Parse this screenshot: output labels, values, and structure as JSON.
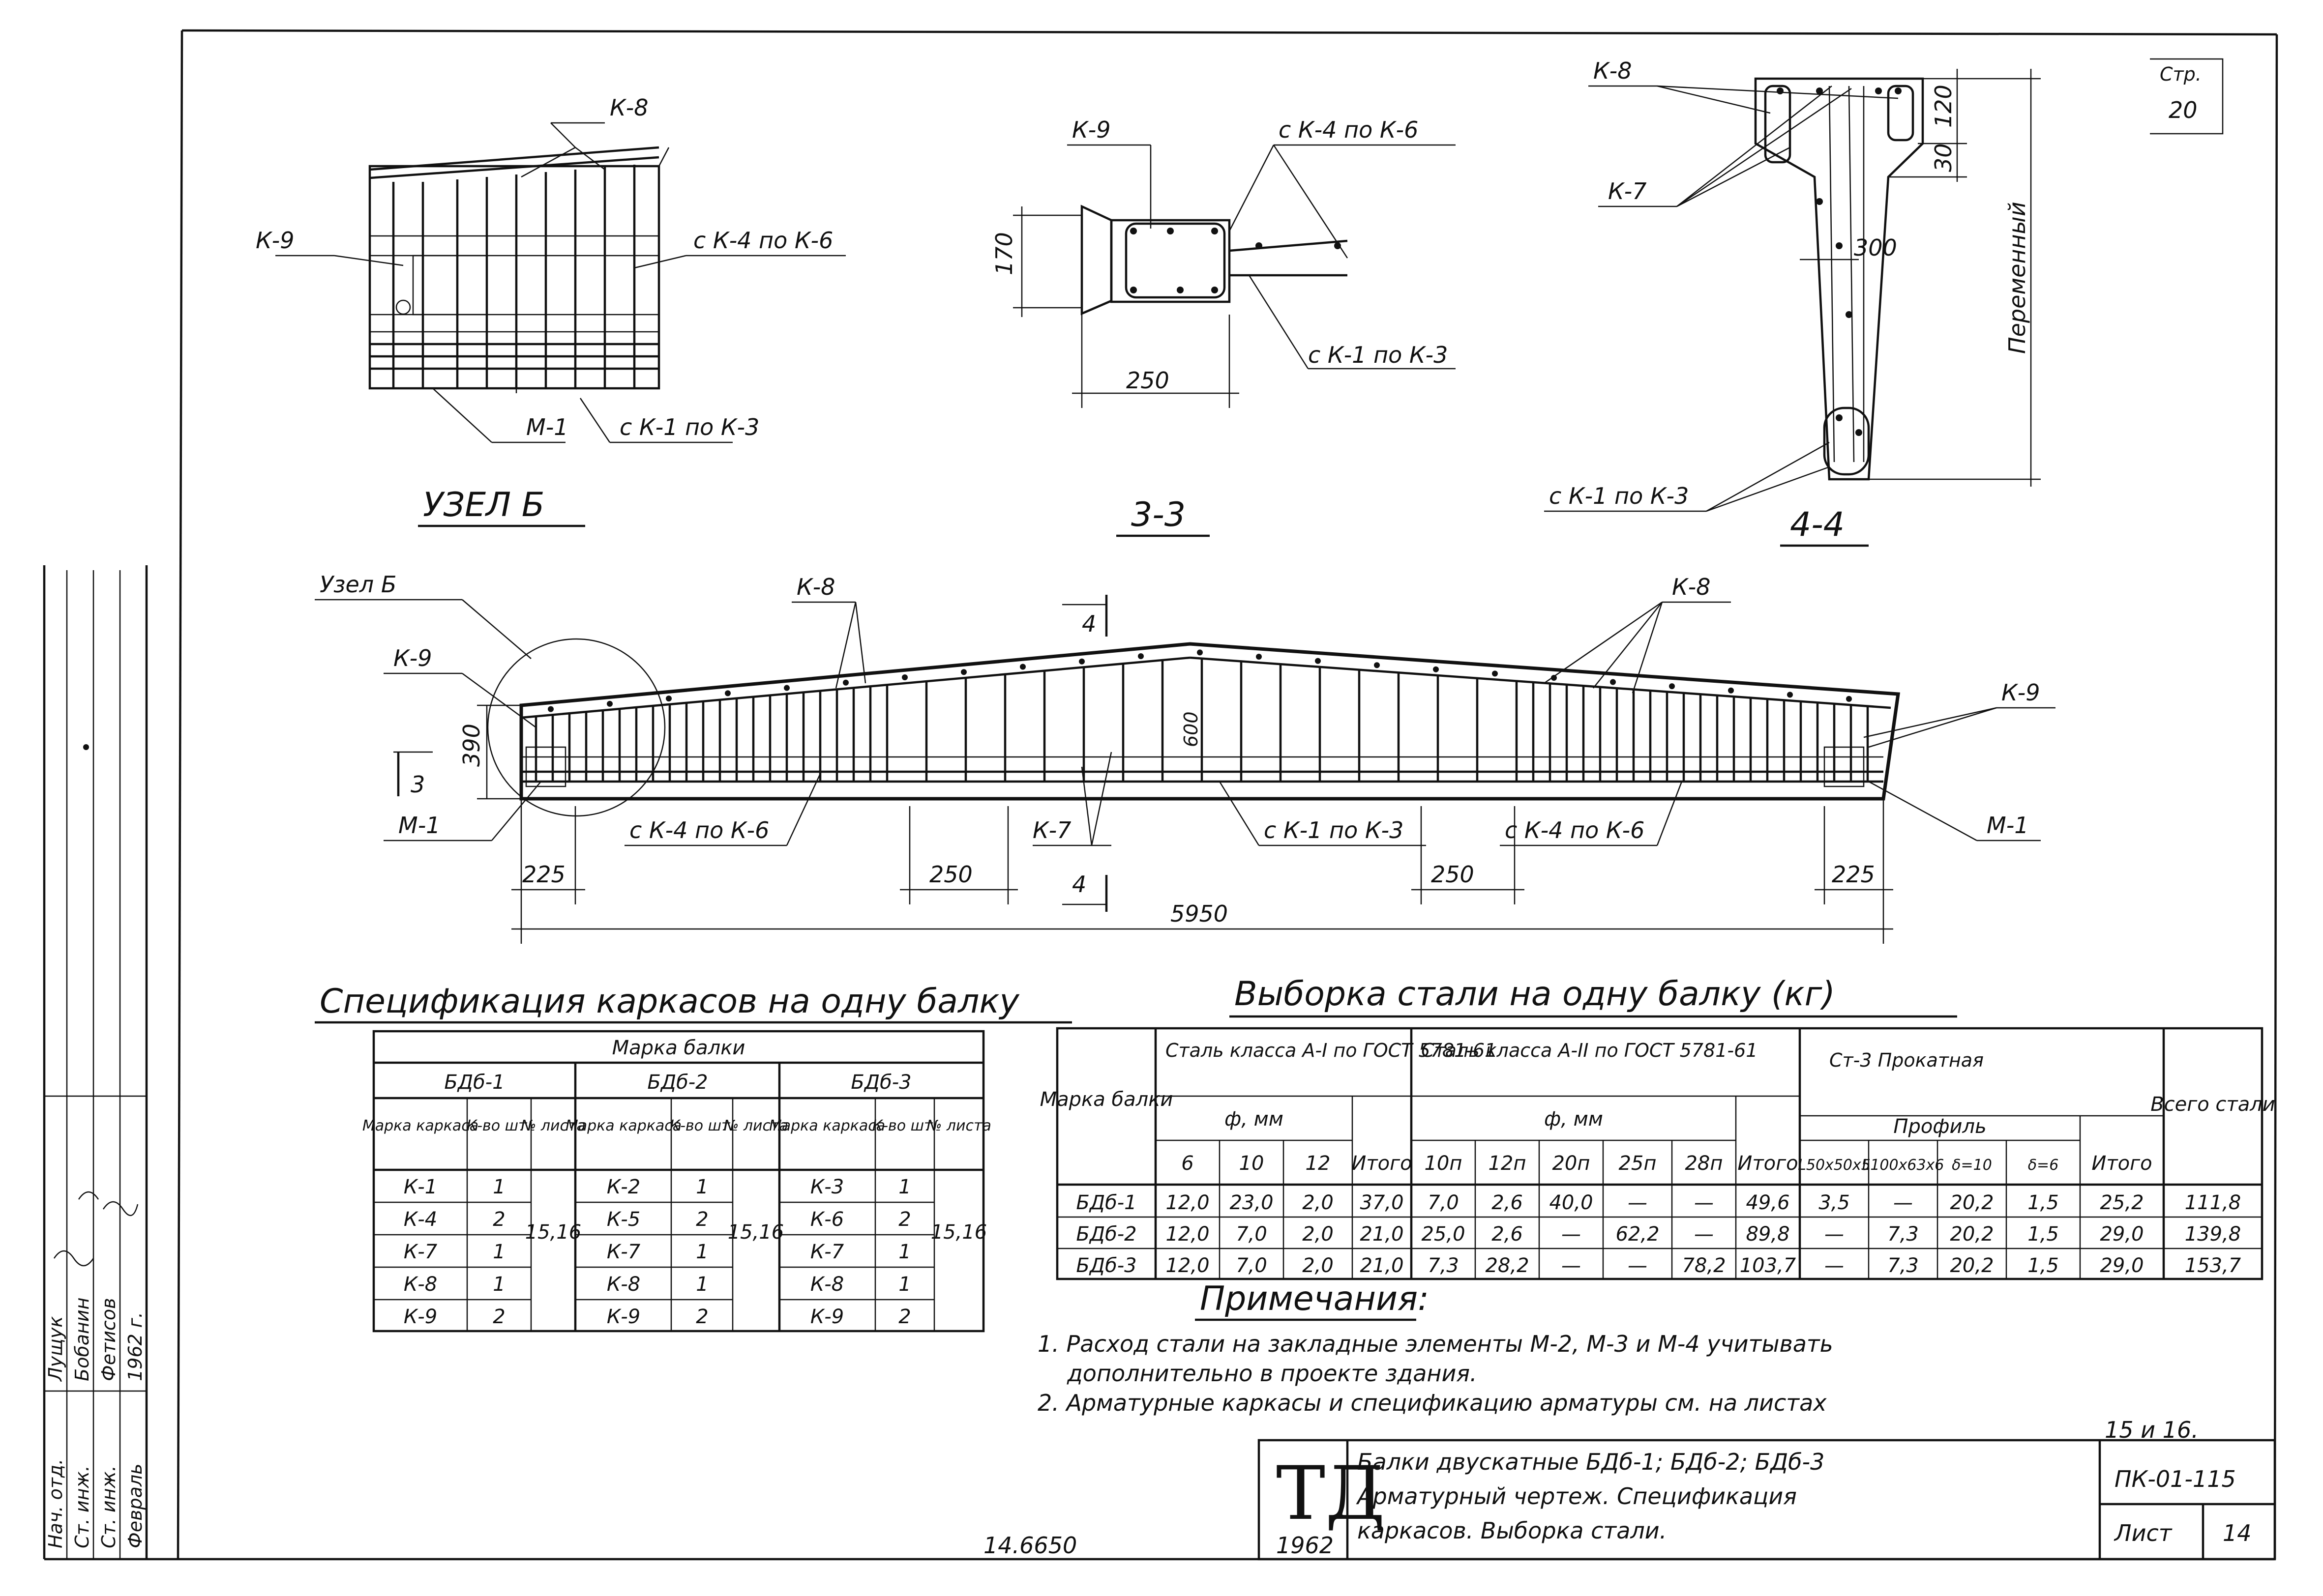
{
  "sheet": {
    "corner_mark": [
      "Стр.",
      "20"
    ],
    "stamp_number": "14.6650"
  },
  "node_b": {
    "title": "УЗЕЛ Б",
    "labels": {
      "k8": "К-8",
      "k9": "К-9",
      "k4k6": "с К-4 по К-6",
      "m1": "М-1",
      "k1k3": "с К-1 по К-3"
    }
  },
  "section_33": {
    "title": "3-3",
    "labels": {
      "k9": "К-9",
      "k4k6": "с К-4 по К-6",
      "k1k3": "с К-1 по К-3",
      "dim_h": "170",
      "dim_w": "250"
    }
  },
  "section_44": {
    "title": "4-4",
    "labels": {
      "k8": "К-8",
      "k7": "К-7",
      "k1k3": "с К-1 по К-3",
      "dim_120": "120",
      "dim_30": "30",
      "dim_300": "300",
      "variable": "Переменный"
    }
  },
  "elevation": {
    "labels": {
      "node_b": "Узел Б",
      "k9_left": "К-9",
      "k8_left": "К-8",
      "k8_right": "К-8",
      "k9_right": "К-9",
      "m1_left": "М-1",
      "m1_right": "М-1",
      "k4k6_left": "с К-4 по К-6",
      "k7": "К-7",
      "k1k3": "с К-1 по К-3",
      "k4k6_right": "с К-4 по К-6",
      "dim_390": "390",
      "dim_mid": "600",
      "cut_3": "3",
      "cut_4": "4",
      "dim_225_left": "225",
      "dim_250_left": "250",
      "dim_250_right": "250",
      "dim_225_right": "225",
      "dim_total": "5950"
    }
  },
  "spec_table": {
    "title": "Спецификация каркасов на одну балку",
    "header_main": "Марка балки",
    "groups": [
      "БДб-1",
      "БДб-2",
      "БДб-3"
    ],
    "subheaders": [
      "Марка каркаса",
      "К-во шт.",
      "№ листа"
    ],
    "rows": [
      {
        "a": "К-1",
        "an": "1",
        "b": "К-2",
        "bn": "1",
        "c": "К-3",
        "cn": "1"
      },
      {
        "a": "К-4",
        "an": "2",
        "b": "К-5",
        "bn": "2",
        "c": "К-6",
        "cn": "2"
      },
      {
        "a": "К-7",
        "an": "1",
        "b": "К-7",
        "bn": "1",
        "c": "К-7",
        "cn": "1"
      },
      {
        "a": "К-8",
        "an": "1",
        "b": "К-8",
        "bn": "1",
        "c": "К-8",
        "cn": "1"
      },
      {
        "a": "К-9",
        "an": "2",
        "b": "К-9",
        "bn": "2",
        "c": "К-9",
        "cn": "2"
      }
    ],
    "sheet_refs": [
      "15,16",
      "15,16",
      "15,16"
    ]
  },
  "steel_table": {
    "title": "Выборка стали на одну балку (кг)",
    "col_brand": "Марка балки",
    "group_a1": "Сталь класса А-I по ГОСТ 5781-61",
    "group_a2": "Сталь класса А-II по ГОСТ 5781-61",
    "group_st3": "Ст-3 Прокатная",
    "diam_label": "ф, мм",
    "profile_label": "Профиль",
    "col_total": "Всего стали",
    "itogo": "Итого",
    "a1_cols": [
      "6",
      "10",
      "12"
    ],
    "a2_cols": [
      "10п",
      "12п",
      "20п",
      "25п",
      "28п"
    ],
    "st3_cols": [
      "L50x50x5",
      "L100x63x6",
      "δ=10",
      "δ=6"
    ],
    "rows": [
      {
        "brand": "БДб-1",
        "a1": [
          "12,0",
          "23,0",
          "2,0"
        ],
        "a1t": "37,0",
        "a2": [
          "7,0",
          "2,6",
          "40,0",
          "—",
          "—"
        ],
        "a2t": "49,6",
        "st3": [
          "3,5",
          "—",
          "20,2",
          "1,5"
        ],
        "st3t": "25,2",
        "total": "111,8"
      },
      {
        "brand": "БДб-2",
        "a1": [
          "12,0",
          "7,0",
          "2,0"
        ],
        "a1t": "21,0",
        "a2": [
          "25,0",
          "2,6",
          "—",
          "62,2",
          "—"
        ],
        "a2t": "89,8",
        "st3": [
          "—",
          "7,3",
          "20,2",
          "1,5"
        ],
        "st3t": "29,0",
        "total": "139,8"
      },
      {
        "brand": "БДб-3",
        "a1": [
          "12,0",
          "7,0",
          "2,0"
        ],
        "a1t": "21,0",
        "a2": [
          "7,3",
          "28,2",
          "—",
          "—",
          "78,2"
        ],
        "a2t": "103,7",
        "st3": [
          "—",
          "7,3",
          "20,2",
          "1,5"
        ],
        "st3t": "29,0",
        "total": "153,7"
      }
    ]
  },
  "notes": {
    "title": "Примечания:",
    "items": [
      "1. Расход стали на закладные элементы М-2, М-3 и М-4 учитывать",
      "дополнительно в проекте здания.",
      "2. Арматурные каркасы и спецификацию арматуры см. на листах",
      "15 и 16."
    ]
  },
  "title_block": {
    "logo": "ТД",
    "year": "1962",
    "lines": [
      "Балки двускатные БДб-1; БДб-2; БДб-3",
      "Арматурный чертеж. Спецификация",
      "каркасов. Выборка стали."
    ],
    "code": "ПК-01-115",
    "sheet_label": "Лист",
    "sheet_no": "14"
  },
  "side_stamp": {
    "roles": [
      "Нач. отд.",
      "Ст. инж.",
      "Ст. инж.",
      "Февраль"
    ],
    "names": [
      "Лущук",
      "Бобанин",
      "Фетисов",
      "1962 г."
    ]
  }
}
